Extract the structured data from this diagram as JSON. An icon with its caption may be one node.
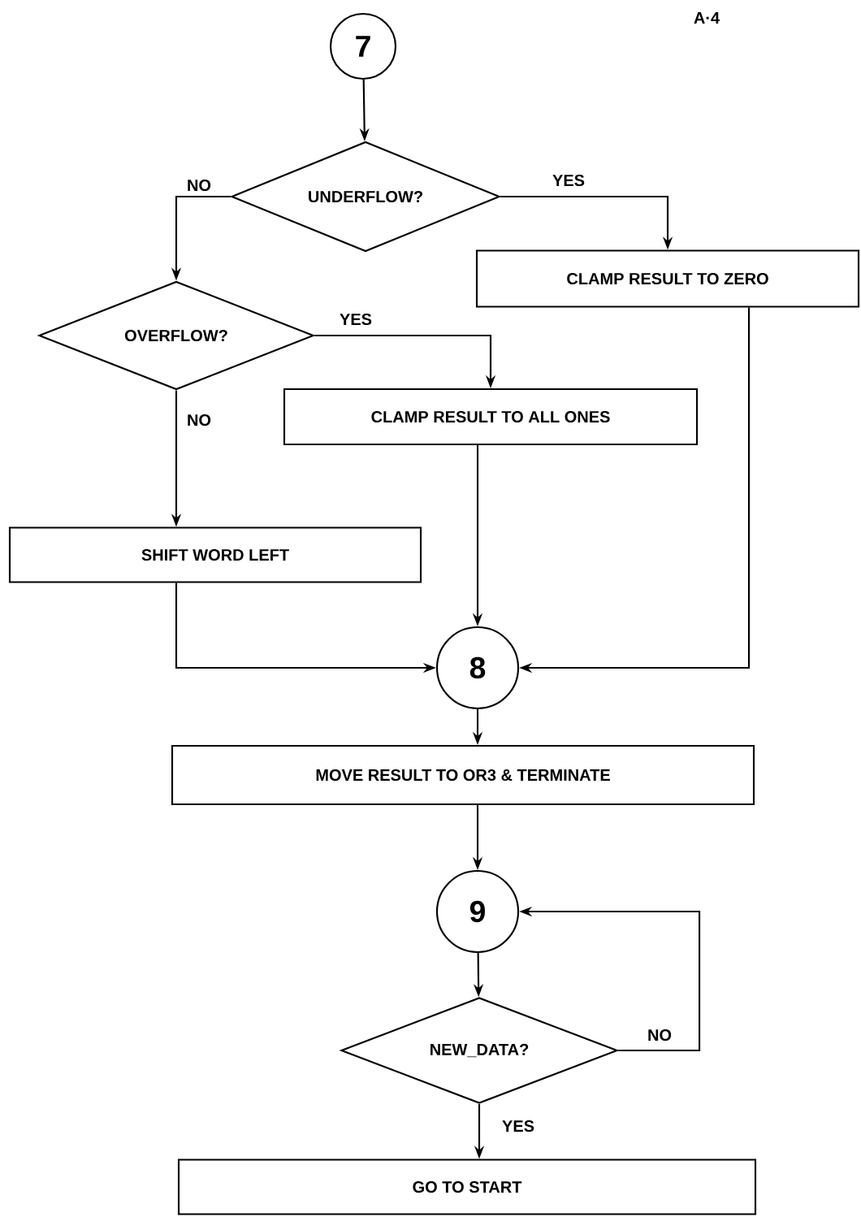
{
  "diagram": {
    "nodes": [
      {
        "text": [
          "7"
        ]
      },
      {
        "text": [
          "UNDERFLOW?"
        ]
      },
      {
        "text": [
          "CLAMP RESULT TO ZERO"
        ]
      },
      {
        "text": [
          "OVERFLOW?"
        ]
      },
      {
        "text": [
          "CLAMP RESULT TO ALL ONES"
        ]
      },
      {
        "text": [
          "SHIFT WORD LEFT"
        ]
      },
      {
        "text": [
          "8"
        ]
      },
      {
        "text": [
          "MOVE RESULT TO OR3 & TERMINATE"
        ]
      },
      {
        "text": [
          "9"
        ]
      },
      {
        "text": [
          "NEW_DATA?"
        ]
      },
      {
        "text": [
          "GO TO START"
        ]
      }
    ],
    "edges": [
      {
        "from": 0,
        "to": 1,
        "arrow": "to"
      },
      {
        "from": 1,
        "to": 3,
        "arrow": "to",
        "label": "NO"
      },
      {
        "from": 1,
        "to": 2,
        "arrow": "to",
        "label": "YES"
      },
      {
        "from": 3,
        "to": 4,
        "arrow": "to",
        "label": "YES"
      },
      {
        "from": 3,
        "to": 5,
        "arrow": "to",
        "label": "NO"
      },
      {
        "from": 5,
        "to": 6,
        "arrow": "to"
      },
      {
        "from": 4,
        "to": 6,
        "arrow": "to"
      },
      {
        "from": 2,
        "to": 6,
        "arrow": "to"
      },
      {
        "from": 6,
        "to": 7,
        "arrow": "to"
      },
      {
        "from": 7,
        "to": 8,
        "arrow": "to"
      },
      {
        "from": 8,
        "to": 9,
        "arrow": "to"
      },
      {
        "from": 9,
        "to": 8,
        "arrow": "to",
        "label": "NO"
      },
      {
        "from": 9,
        "to": 10,
        "arrow": "to",
        "label": "YES"
      }
    ],
    "labels": [
      "A·4"
    ]
  }
}
